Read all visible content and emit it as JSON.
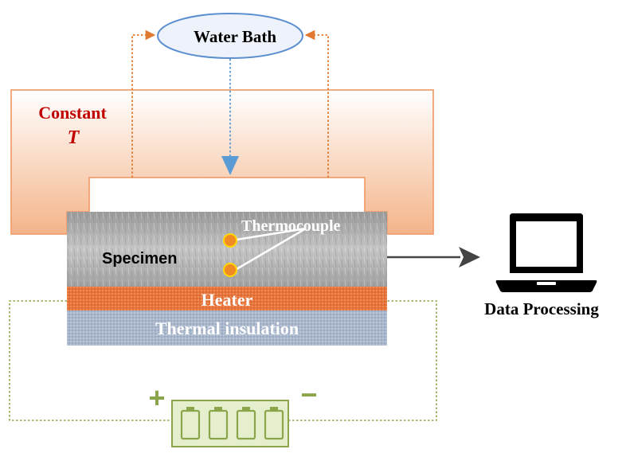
{
  "labels": {
    "water_bath": "Water Bath",
    "constant": "Constant",
    "constant_symbol": "T",
    "thermocouple": "Thermocouple",
    "specimen": "Specimen",
    "heater": "Heater",
    "insulation": "Thermal insulation",
    "data_processing": "Data Processing",
    "plus": "+",
    "minus": "−"
  },
  "colors": {
    "chamber_border": "#f0a070",
    "chamber_fill_top": "#ffffff",
    "chamber_fill_bottom": "#f4b48a",
    "water_bath_border": "#5b8fcf",
    "water_bath_fill": "#eef3fb",
    "circulation_arrow": "#e07a30",
    "inflow_arrow": "#5b9bd5",
    "constant_text": "#c00000",
    "specimen_gray": "#a8a8a8",
    "heater": "#e8743c",
    "insulation": "#a8b6cc",
    "circuit": "#8aa54a",
    "battery_fill": "#e6efcd",
    "thermocouple_dot": "#f08a24",
    "thermocouple_ring": "#ffd700",
    "output_arrow": "#444444",
    "laptop": "#000000"
  },
  "icons": [
    "laptop-icon",
    "battery-icon"
  ],
  "battery_cells": 4
}
